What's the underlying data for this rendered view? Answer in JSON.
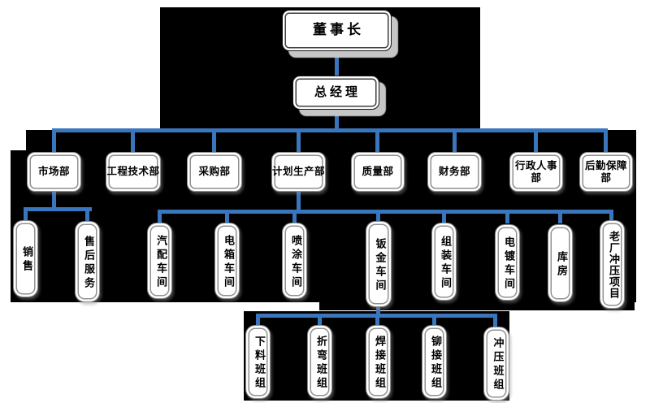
{
  "org": {
    "chairman": "董事长",
    "general_manager": "总经理",
    "departments": [
      "市场部",
      "工程技术部",
      "采购部",
      "计划生产部",
      "质量部",
      "财务部",
      "行政人事部",
      "后勤保障部"
    ],
    "market_children": [
      "销售",
      "售后服务"
    ],
    "production_children": [
      "汽配车间",
      "电箱车间",
      "喷涂车间",
      "钣金车间",
      "组装车间",
      "电镀车间",
      "库房",
      "老厂冲压项目"
    ],
    "sheet_metal_children": [
      "下料班组",
      "折弯班组",
      "焊接班组",
      "铆接班组",
      "冲压班组"
    ]
  },
  "colors": {
    "connector": "#3A76BE",
    "block_background": "#000000",
    "node_fill": "#FFFFFF",
    "node_border": "#8A8A8A",
    "shadow": "#C6C6C6"
  }
}
